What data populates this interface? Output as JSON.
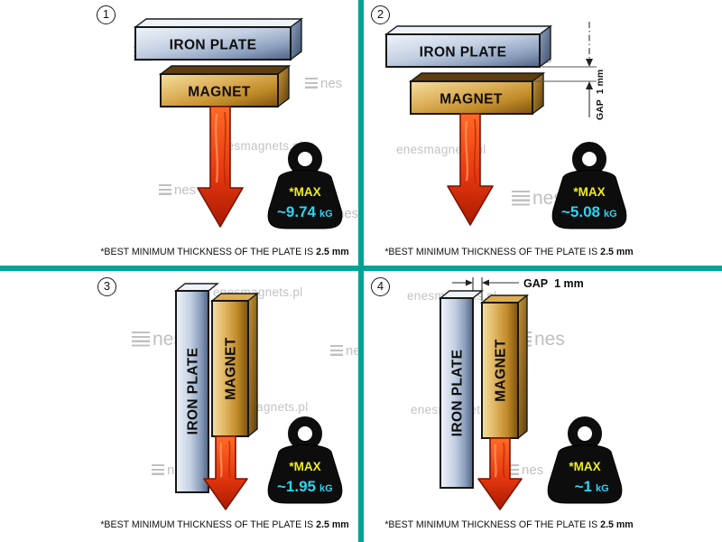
{
  "colors": {
    "divider": "#00a396",
    "arrow": "#e03a10",
    "weight_bg": "#0d0d0d",
    "max_yellow": "#f1ee17",
    "value_cyan": "#2bd5f2",
    "iron": "#8b9fbd",
    "magnet": "#c08a28"
  },
  "watermark": {
    "site": "enesmagnets.pl",
    "logo_suffix": "nes"
  },
  "panels": [
    {
      "number": "1",
      "iron_label": "IRON PLATE",
      "magnet_label": "MAGNET",
      "weight": {
        "max": "*MAX",
        "value": "~9.74",
        "unit": "kG"
      },
      "caption": {
        "text": "*BEST MINIMUM THICKNESS OF THE PLATE IS",
        "bold": "2.5 mm"
      }
    },
    {
      "number": "2",
      "iron_label": "IRON PLATE",
      "magnet_label": "MAGNET",
      "gap": {
        "label": "GAP",
        "value": "1 mm"
      },
      "weight": {
        "max": "*MAX",
        "value": "~5.08",
        "unit": "kG"
      },
      "caption": {
        "text": "*BEST MINIMUM THICKNESS OF THE PLATE IS",
        "bold": "2.5 mm"
      }
    },
    {
      "number": "3",
      "iron_label": "IRON PLATE",
      "magnet_label": "MAGNET",
      "weight": {
        "max": "*MAX",
        "value": "~1.95",
        "unit": "kG"
      },
      "caption": {
        "text": "*BEST MINIMUM THICKNESS OF THE PLATE IS",
        "bold": "2.5 mm"
      }
    },
    {
      "number": "4",
      "iron_label": "IRON PLATE",
      "magnet_label": "MAGNET",
      "gap": {
        "label": "GAP",
        "value": "1 mm"
      },
      "weight": {
        "max": "*MAX",
        "value": "~1",
        "unit": "kG"
      },
      "caption": {
        "text": "*BEST MINIMUM THICKNESS OF THE PLATE IS",
        "bold": "2.5 mm"
      }
    }
  ]
}
